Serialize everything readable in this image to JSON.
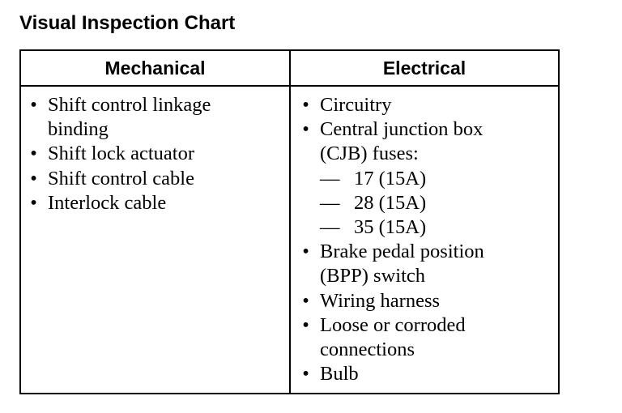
{
  "title": "Visual Inspection Chart",
  "columns": {
    "mechanical": {
      "header": "Mechanical",
      "items": [
        {
          "lines": [
            "Shift control linkage",
            "binding"
          ]
        },
        {
          "lines": [
            "Shift lock actuator"
          ]
        },
        {
          "lines": [
            "Shift control cable"
          ]
        },
        {
          "lines": [
            "Interlock cable"
          ]
        }
      ]
    },
    "electrical": {
      "header": "Electrical",
      "items": [
        {
          "lines": [
            "Circuitry"
          ]
        },
        {
          "lines": [
            "Central junction box",
            "(CJB) fuses:"
          ],
          "subitems": [
            {
              "dash": "—",
              "text": "17 (15A)"
            },
            {
              "dash": "—",
              "text": "28 (15A)"
            },
            {
              "dash": "—",
              "text": "35 (15A)"
            }
          ]
        },
        {
          "lines": [
            "Brake pedal position",
            "(BPP) switch"
          ]
        },
        {
          "lines": [
            "Wiring harness"
          ]
        },
        {
          "lines": [
            "Loose or corroded",
            "connections"
          ]
        },
        {
          "lines": [
            "Bulb"
          ]
        }
      ]
    }
  },
  "bullet": "•"
}
